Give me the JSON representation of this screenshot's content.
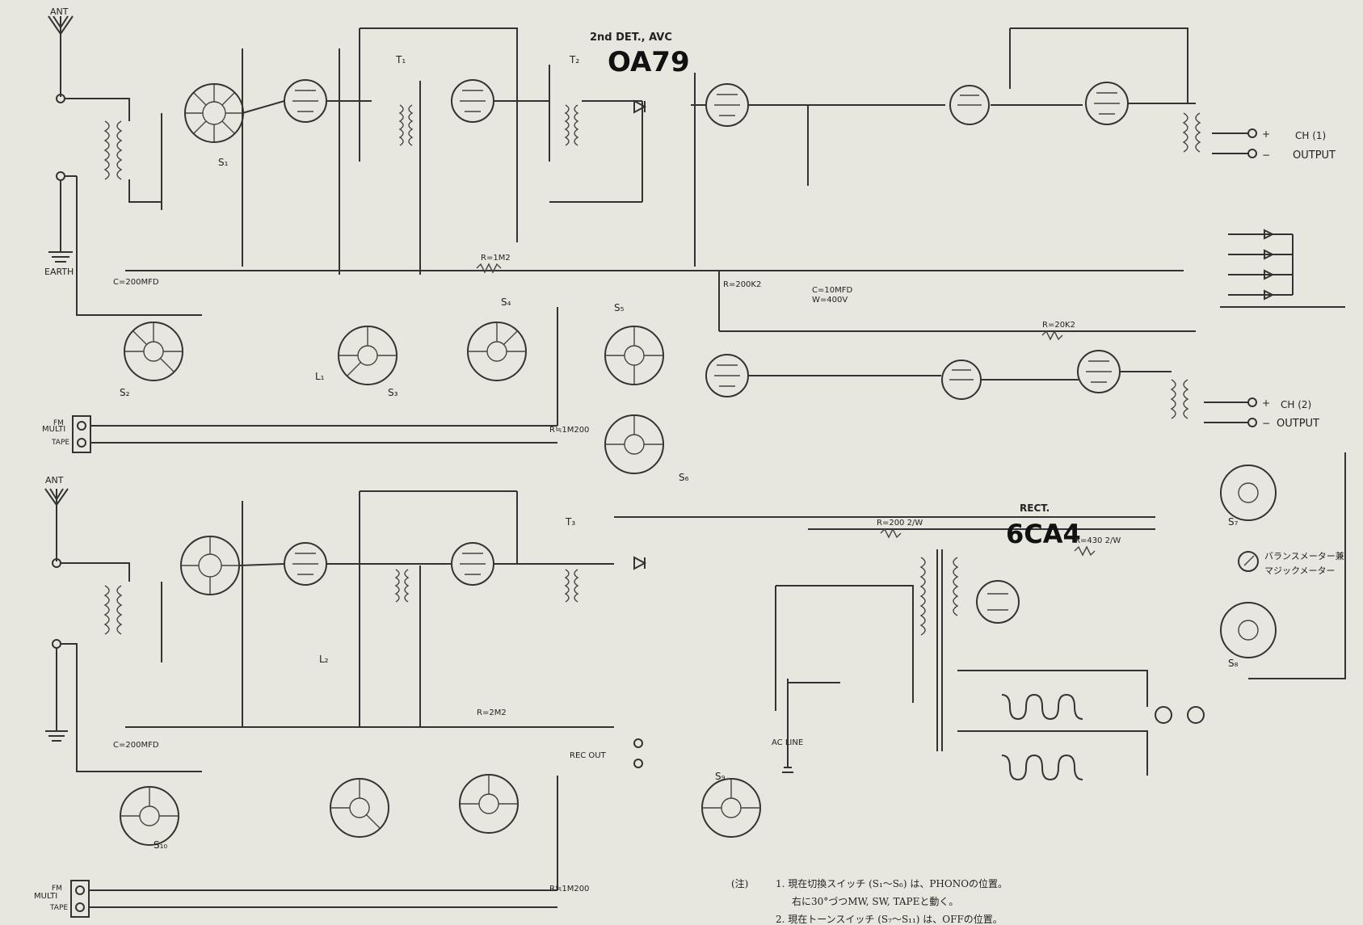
{
  "labels": {
    "ant_top": "ANT",
    "ant_bottom": "ANT",
    "earth": "EARTH",
    "detector_title": "2nd DET., AVC",
    "detector_tube": "OA79",
    "rect_title": "RECT.",
    "rect_tube": "6CA4",
    "output_top_ch": "CH (1)",
    "output_top": "OUTPUT",
    "output_bottom_ch": "CH (2)",
    "output_bottom": "OUTPUT",
    "mic_fm_top": "FM",
    "mic_tape_top": "TAPE",
    "mic_label_top": "MULTI",
    "mic_fm_bottom": "FM",
    "mic_tape_bottom": "TAPE",
    "mic_label_bottom": "MULTI",
    "ac_line": "AC LINE",
    "rec_out": "REC OUT",
    "balance_meter": "バランスメーター兼",
    "tuning_meter": "マジックメーター",
    "plus": "+",
    "minus": "−"
  },
  "notes": {
    "marker": "(注)",
    "line1": "1. 現在切換スイッチ (S₁〜S₆) は、PHONOの位置。",
    "line1b": "右に30°づつMW, SW, TAPEと動く。",
    "line2": "2. 現在トーンスイッチ (S₇〜S₁₁) は、OFFの位置。"
  },
  "components": {
    "c_top_left": "C=200MFD",
    "c_bottom_left": "C=200MFD",
    "r_1m2": "R=1M2",
    "r_2m2": "R=2M2",
    "r_1m200": "R≒1M200",
    "r_1m200b": "R≒1M200",
    "r_200k": "R=200K2",
    "c_10mfd": "C=10MFD",
    "c_400v": "W=400V",
    "r_200_1w": "R=200 2/W",
    "r_430_1w": "R=430 2/W",
    "r_20k": "R=20K2"
  },
  "switch_labels": [
    "S₁",
    "S₂",
    "S₃",
    "S₄",
    "S₅",
    "S₆",
    "S₇",
    "S₈",
    "S₉",
    "S₁₀",
    "T₁",
    "T₂",
    "T₃",
    "L₁",
    "L₂"
  ],
  "colors": {
    "paper": "#e8e7df",
    "ink": "#222222"
  }
}
